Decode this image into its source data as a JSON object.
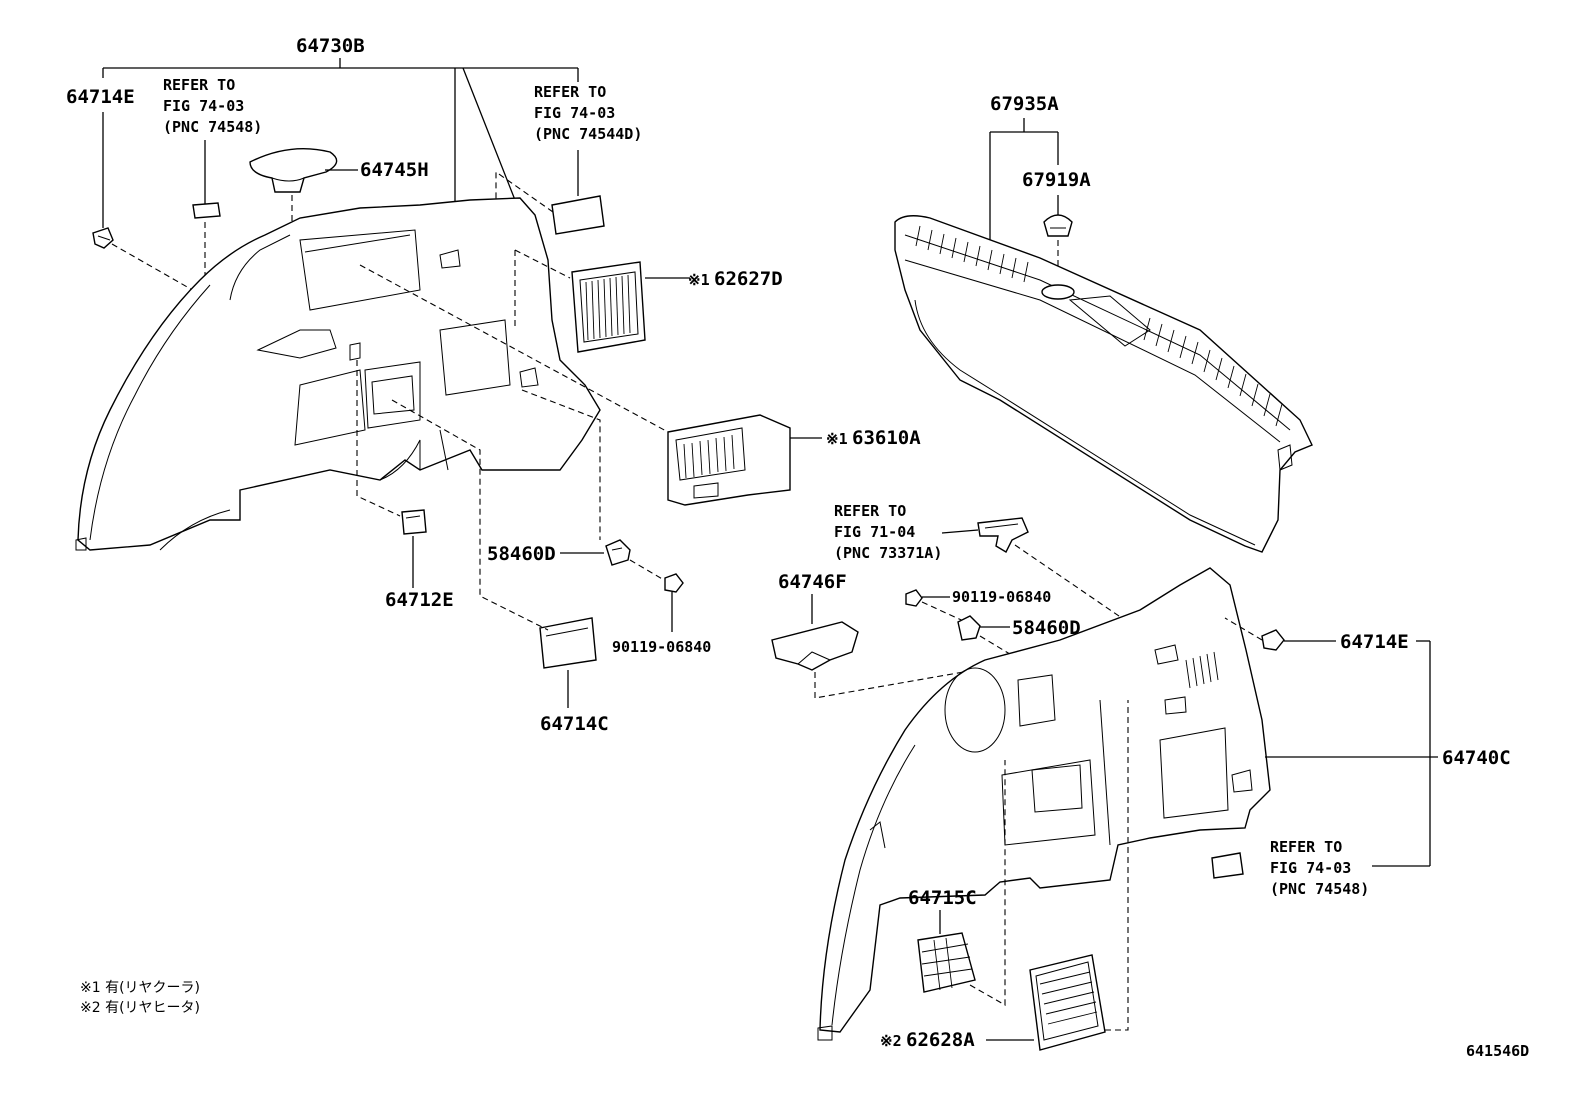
{
  "labels": {
    "p64730B": "64730B",
    "p64714E_left": "64714E",
    "p64745H": "64745H",
    "p62627D": "62627D",
    "p63610A": "63610A",
    "p58460D_left": "58460D",
    "p90119_left": "90119-06840",
    "p64712E": "64712E",
    "p64714C": "64714C",
    "p67935A": "67935A",
    "p67919A": "67919A",
    "p64746F": "64746F",
    "p90119_right": "90119-06840",
    "p58460D_right": "58460D",
    "p64714E_right": "64714E",
    "p64740C": "64740C",
    "p64715C": "64715C",
    "p62628A": "62628A",
    "mark1": "※1",
    "mark2": "※2"
  },
  "references": {
    "ref_74548_left": [
      "REFER TO",
      "FIG 74-03",
      "(PNC 74548)"
    ],
    "ref_74544D": [
      "REFER TO",
      "FIG 74-03",
      "(PNC 74544D)"
    ],
    "ref_73371A": [
      "REFER TO",
      "FIG 71-04",
      "(PNC 73371A)"
    ],
    "ref_74548_right": [
      "REFER TO",
      "FIG 74-03",
      "(PNC 74548)"
    ]
  },
  "notes": {
    "note1": "※1 有(リヤクーラ)",
    "note2": "※2 有(リヤヒータ)"
  },
  "figure_id": "641546D"
}
